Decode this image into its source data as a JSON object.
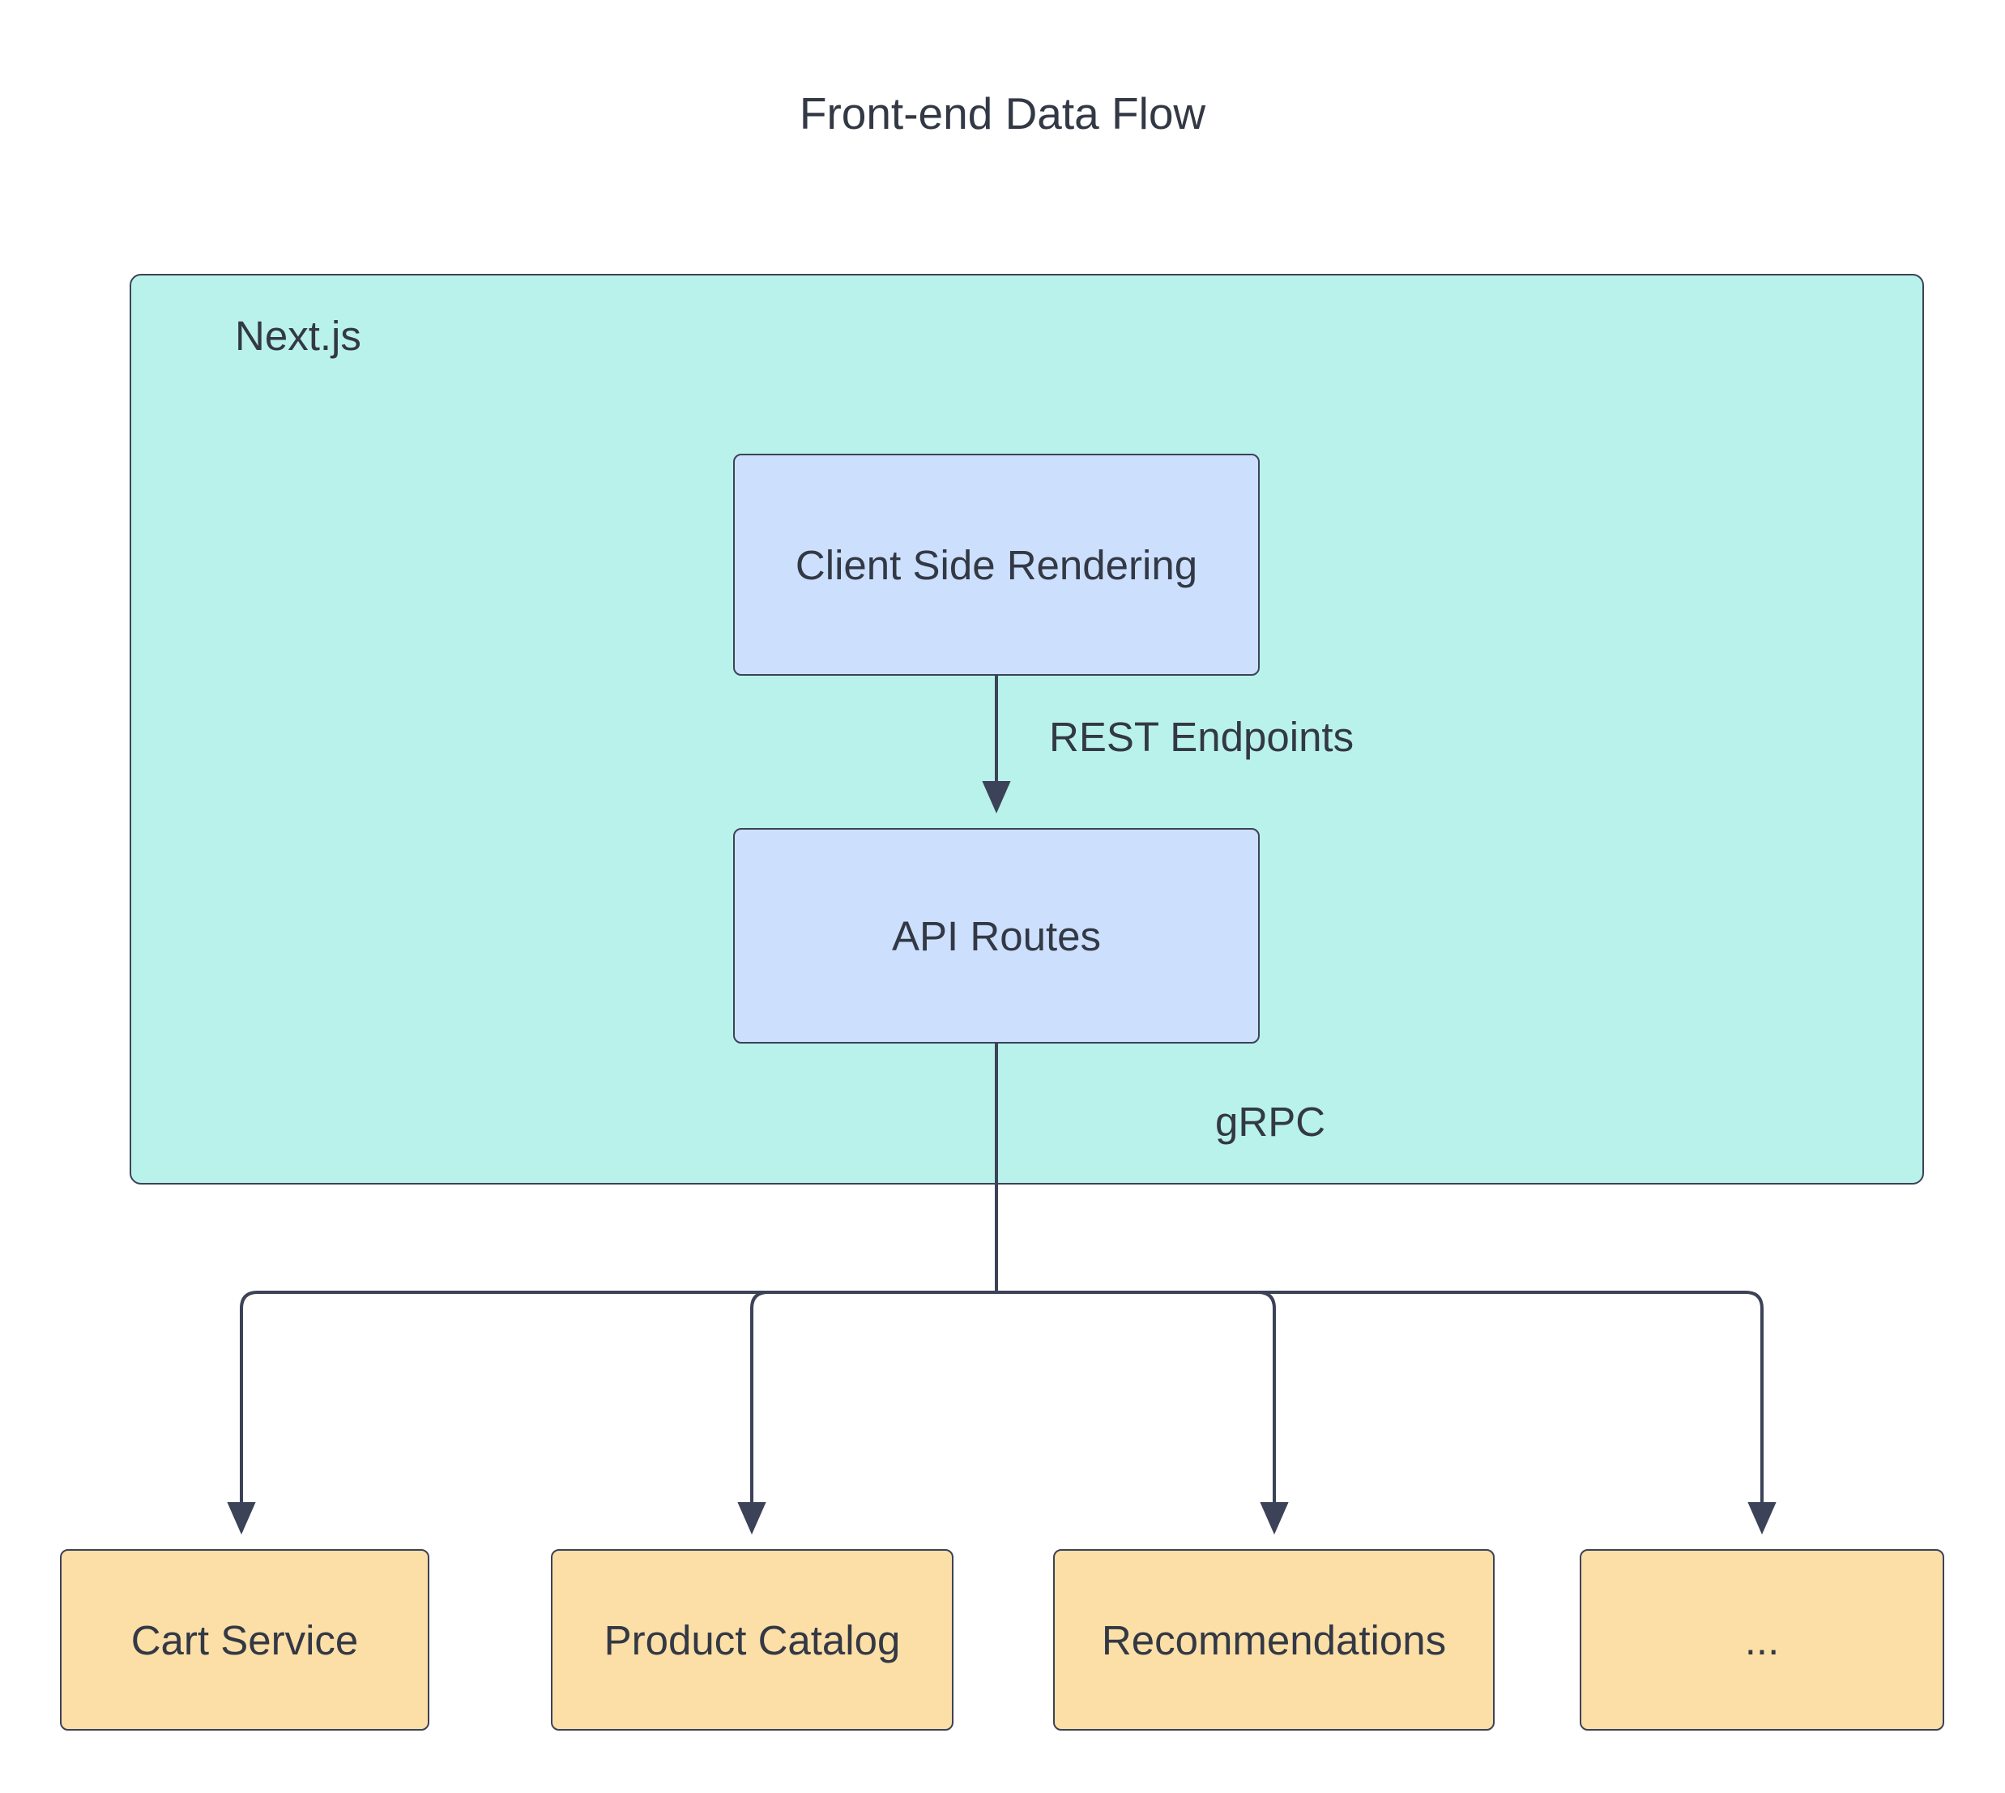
{
  "diagram": {
    "title": "Front-end Data Flow",
    "type": "flowchart",
    "direction": "top-to-bottom",
    "colors": {
      "subgraph_fill": "#b9f2ea",
      "process_fill": "#cce0fd",
      "service_fill": "#fcdfa6",
      "stroke": "#3c4257",
      "text": "#333845",
      "background": "#ffffff"
    },
    "subgraph": {
      "label": "Next.js",
      "fill": "#b9f2ea"
    },
    "nodes": [
      {
        "id": "csr",
        "label": "Client Side Rendering",
        "group": "Next.js",
        "shape": "rounded-rect",
        "fill": "#cce0fd"
      },
      {
        "id": "api",
        "label": "API Routes",
        "group": "Next.js",
        "shape": "rounded-rect",
        "fill": "#cce0fd"
      },
      {
        "id": "cart",
        "label": "Cart Service",
        "group": "services",
        "shape": "rounded-rect",
        "fill": "#fcdfa6"
      },
      {
        "id": "catalog",
        "label": "Product Catalog",
        "group": "services",
        "shape": "rounded-rect",
        "fill": "#fcdfa6"
      },
      {
        "id": "recs",
        "label": "Recommendations",
        "group": "services",
        "shape": "rounded-rect",
        "fill": "#fcdfa6"
      },
      {
        "id": "ellipsis",
        "label": "...",
        "group": "services",
        "shape": "rounded-rect",
        "fill": "#fcdfa6"
      }
    ],
    "edges": [
      {
        "from": "csr",
        "to": "api",
        "label": "REST Endpoints",
        "arrow": "end"
      },
      {
        "from": "api",
        "to": "cart",
        "label": "gRPC",
        "arrow": "end"
      },
      {
        "from": "api",
        "to": "catalog",
        "label": "",
        "arrow": "end"
      },
      {
        "from": "api",
        "to": "recs",
        "label": "",
        "arrow": "end"
      },
      {
        "from": "api",
        "to": "ellipsis",
        "label": "",
        "arrow": "end"
      }
    ],
    "edge_labels": {
      "rest_endpoints": "REST Endpoints",
      "grpc": "gRPC"
    }
  }
}
